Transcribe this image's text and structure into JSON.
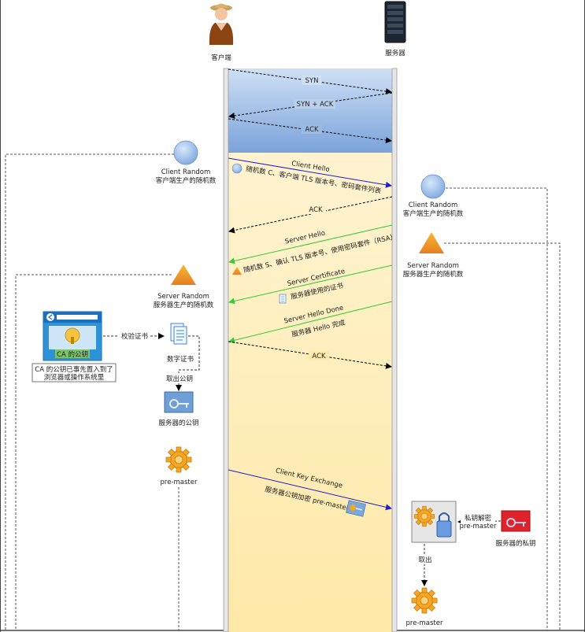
{
  "actors": {
    "client": "客户端",
    "server": "服务器"
  },
  "handshake": {
    "syn": "SYN",
    "syn_ack": "SYN + ACK",
    "ack": "ACK"
  },
  "messages": {
    "client_hello_title": "Client Hello",
    "client_hello_detail": "随机数 C、客户端 TLS 版本号、密码套件列表",
    "ack_1": "ACK",
    "server_hello_title": "Server Hello",
    "server_hello_detail": "随机数 S、确认 TLS 版本号、使用密码套件（RSA）",
    "server_cert_title": "Server Certificate",
    "server_cert_detail": "服务器使用的证书",
    "server_done_title": "Server Hello Done",
    "server_done_detail": "服务器 Hello 完成",
    "ack_2": "ACK",
    "client_key_title": "Client Key Exchange",
    "client_key_detail": "服务器公钥加密 pre-master"
  },
  "left_side": {
    "client_random_en": "Client Random",
    "client_random_cn": "客户端生产的随机数",
    "server_random_en": "Server Random",
    "server_random_cn": "服务器生产的随机数",
    "ca_public_key": "CA 的公钥",
    "ca_note_line1": "CA 的公钥已事先置入到了",
    "ca_note_line2": "浏览器或操作系统里",
    "verify_cert": "校验证书",
    "digital_cert": "数字证书",
    "extract_pubkey": "取出公钥",
    "server_pubkey": "服务器的公钥",
    "pre_master": "pre-master"
  },
  "right_side": {
    "client_random_en": "Client Random",
    "client_random_cn": "客户端生产的随机数",
    "server_random_en": "Server Random",
    "server_random_cn": "服务器生产的随机数",
    "decrypt_line1": "私钥解密",
    "decrypt_line2": "pre-master",
    "server_private_key": "服务器的私钥",
    "take_out": "取出",
    "pre_master": "pre-master"
  },
  "colors": {
    "blue_msg": "#1f1fcc",
    "green_msg": "#33cc33",
    "tcp_band_top": "#c7d9f2",
    "tcp_band_bottom": "#7ea6dc",
    "tls_band": "#fff1c9",
    "random_circle": "#9cbde8",
    "triangle": "#f39c12",
    "gear": "#f5a623"
  }
}
